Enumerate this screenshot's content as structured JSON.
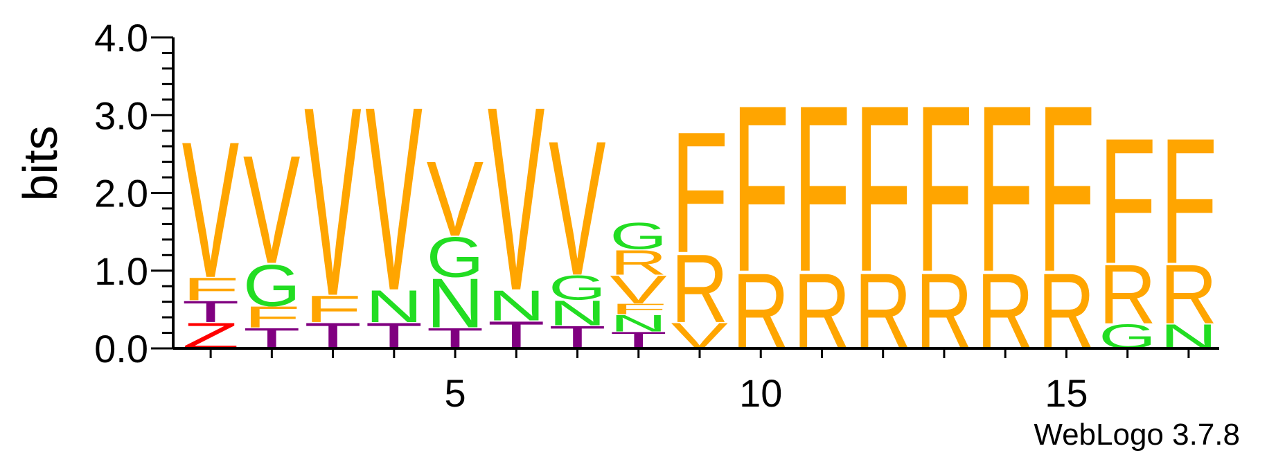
{
  "chart_data": {
    "type": "sequence-logo",
    "ylabel": "bits",
    "xlabel": "",
    "ylim": [
      0,
      4.0
    ],
    "y_ticks": [
      "0.0",
      "1.0",
      "2.0",
      "3.0",
      "4.0"
    ],
    "x_ticks": [
      {
        "position": 5,
        "label": "5"
      },
      {
        "position": 10,
        "label": "10"
      },
      {
        "position": 15,
        "label": "15"
      }
    ],
    "colors": {
      "hydrophobic": "#FFA500",
      "polar": "#22DD22",
      "small": "#800080",
      "charged": "#FF0000"
    },
    "positions": [
      {
        "pos": 1,
        "stack": [
          {
            "letter": "Z",
            "height": 0.34,
            "color": "#FF0000"
          },
          {
            "letter": "T",
            "height": 0.28,
            "color": "#800080"
          },
          {
            "letter": "F",
            "height": 0.3,
            "color": "#FFA500"
          },
          {
            "letter": "V",
            "height": 1.8,
            "color": "#FFA500"
          }
        ]
      },
      {
        "pos": 2,
        "stack": [
          {
            "letter": "T",
            "height": 0.27,
            "color": "#800080"
          },
          {
            "letter": "F",
            "height": 0.28,
            "color": "#FFA500"
          },
          {
            "letter": "G",
            "height": 0.55,
            "color": "#22DD22"
          },
          {
            "letter": "V",
            "height": 1.43,
            "color": "#FFA500"
          }
        ]
      },
      {
        "pos": 3,
        "stack": [
          {
            "letter": "T",
            "height": 0.34,
            "color": "#800080"
          },
          {
            "letter": "F",
            "height": 0.35,
            "color": "#FFA500"
          },
          {
            "letter": "V",
            "height": 2.5,
            "color": "#FFA500"
          }
        ]
      },
      {
        "pos": 4,
        "stack": [
          {
            "letter": "T",
            "height": 0.34,
            "color": "#800080"
          },
          {
            "letter": "N",
            "height": 0.42,
            "color": "#22DD22"
          },
          {
            "letter": "V",
            "height": 2.43,
            "color": "#FFA500"
          }
        ]
      },
      {
        "pos": 5,
        "stack": [
          {
            "letter": "T",
            "height": 0.27,
            "color": "#800080"
          },
          {
            "letter": "N",
            "height": 0.65,
            "color": "#22DD22"
          },
          {
            "letter": "G",
            "height": 0.53,
            "color": "#22DD22"
          },
          {
            "letter": "V",
            "height": 0.99,
            "color": "#FFA500"
          }
        ]
      },
      {
        "pos": 6,
        "stack": [
          {
            "letter": "T",
            "height": 0.36,
            "color": "#800080"
          },
          {
            "letter": "N",
            "height": 0.4,
            "color": "#22DD22"
          },
          {
            "letter": "V",
            "height": 2.43,
            "color": "#FFA500"
          }
        ]
      },
      {
        "pos": 7,
        "stack": [
          {
            "letter": "T",
            "height": 0.3,
            "color": "#800080"
          },
          {
            "letter": "N",
            "height": 0.33,
            "color": "#22DD22"
          },
          {
            "letter": "G",
            "height": 0.32,
            "color": "#22DD22"
          },
          {
            "letter": "V",
            "height": 1.78,
            "color": "#FFA500"
          }
        ]
      },
      {
        "pos": 8,
        "stack": [
          {
            "letter": "T",
            "height": 0.22,
            "color": "#800080"
          },
          {
            "letter": "N",
            "height": 0.22,
            "color": "#22DD22"
          },
          {
            "letter": "F",
            "height": 0.14,
            "color": "#FFA500"
          },
          {
            "letter": "V",
            "height": 0.37,
            "color": "#FFA500"
          },
          {
            "letter": "R",
            "height": 0.33,
            "color": "#FFA500"
          },
          {
            "letter": "G",
            "height": 0.35,
            "color": "#22DD22"
          }
        ]
      },
      {
        "pos": 9,
        "stack": [
          {
            "letter": "V",
            "height": 0.34,
            "color": "#FFA500"
          },
          {
            "letter": "R",
            "height": 0.9,
            "color": "#FFA500"
          },
          {
            "letter": "F",
            "height": 1.6,
            "color": "#FFA500"
          }
        ]
      },
      {
        "pos": 10,
        "stack": [
          {
            "letter": "R",
            "height": 1.0,
            "color": "#FFA500"
          },
          {
            "letter": "F",
            "height": 2.2,
            "color": "#FFA500"
          }
        ]
      },
      {
        "pos": 11,
        "stack": [
          {
            "letter": "R",
            "height": 1.0,
            "color": "#FFA500"
          },
          {
            "letter": "F",
            "height": 2.2,
            "color": "#FFA500"
          }
        ]
      },
      {
        "pos": 12,
        "stack": [
          {
            "letter": "R",
            "height": 1.0,
            "color": "#FFA500"
          },
          {
            "letter": "F",
            "height": 2.2,
            "color": "#FFA500"
          }
        ]
      },
      {
        "pos": 13,
        "stack": [
          {
            "letter": "R",
            "height": 1.0,
            "color": "#FFA500"
          },
          {
            "letter": "F",
            "height": 2.2,
            "color": "#FFA500"
          }
        ]
      },
      {
        "pos": 14,
        "stack": [
          {
            "letter": "R",
            "height": 1.0,
            "color": "#FFA500"
          },
          {
            "letter": "F",
            "height": 2.2,
            "color": "#FFA500"
          }
        ]
      },
      {
        "pos": 15,
        "stack": [
          {
            "letter": "R",
            "height": 1.0,
            "color": "#FFA500"
          },
          {
            "letter": "F",
            "height": 2.2,
            "color": "#FFA500"
          }
        ]
      },
      {
        "pos": 16,
        "stack": [
          {
            "letter": "G",
            "height": 0.32,
            "color": "#22DD22"
          },
          {
            "letter": "R",
            "height": 0.78,
            "color": "#FFA500"
          },
          {
            "letter": "F",
            "height": 1.66,
            "color": "#FFA500"
          }
        ]
      },
      {
        "pos": 17,
        "stack": [
          {
            "letter": "N",
            "height": 0.32,
            "color": "#22DD22"
          },
          {
            "letter": "R",
            "height": 0.78,
            "color": "#FFA500"
          },
          {
            "letter": "F",
            "height": 1.66,
            "color": "#FFA500"
          }
        ]
      }
    ]
  },
  "footer": {
    "credit": "WebLogo 3.7.8"
  }
}
